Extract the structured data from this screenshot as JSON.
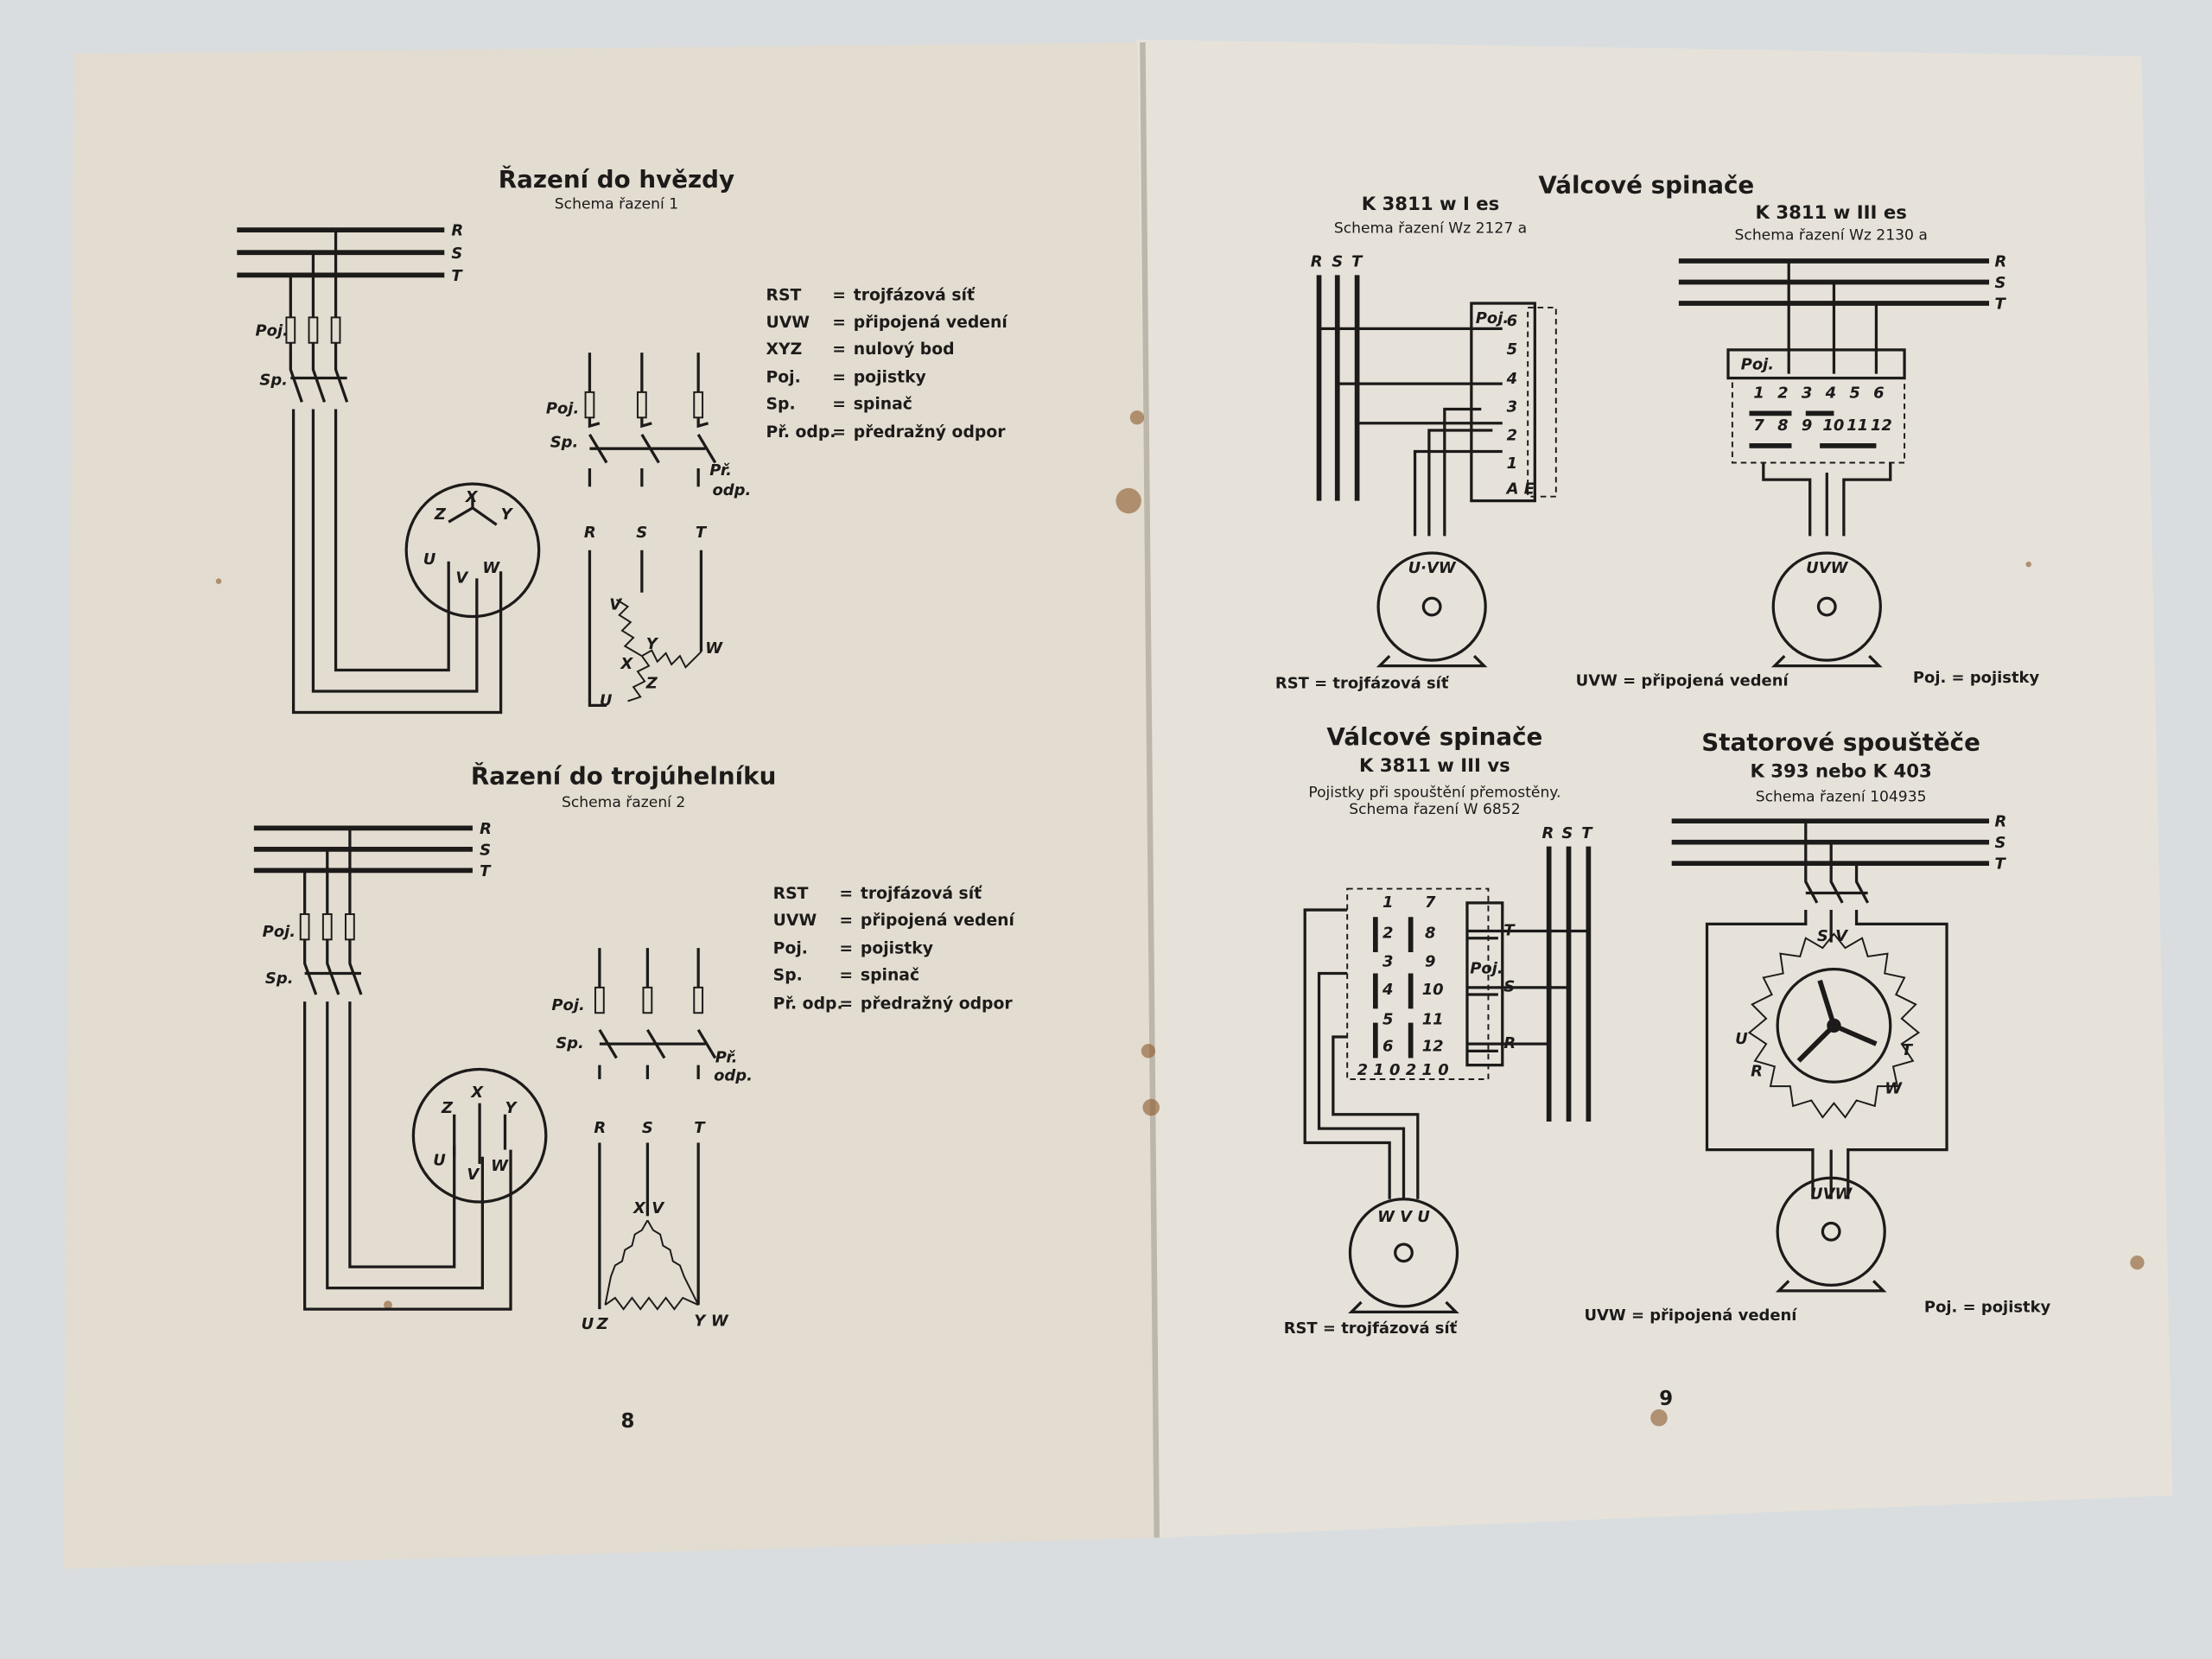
{
  "left_page": {
    "star": {
      "title": "Řazení do hvězdy",
      "subtitle": "Schema řazení 1",
      "bus_labels": [
        "R",
        "S",
        "T"
      ],
      "poj": "Poj.",
      "sp": "Sp.",
      "motor_labels": [
        "Z",
        "X",
        "Y",
        "U",
        "V",
        "W"
      ],
      "detail_labels": [
        "Poj.",
        "Sp.",
        "Př.",
        "odp.",
        "R",
        "S",
        "T",
        "V",
        "Y",
        "X",
        "Z",
        "U",
        "W"
      ],
      "legend": [
        {
          "abbr": "RST",
          "eq": "=",
          "meaning": "trojfázová síť"
        },
        {
          "abbr": "UVW",
          "eq": "=",
          "meaning": "připojená vedení"
        },
        {
          "abbr": "XYZ",
          "eq": "=",
          "meaning": "nulový bod"
        },
        {
          "abbr": "Poj.",
          "eq": "=",
          "meaning": "pojistky"
        },
        {
          "abbr": "Sp.",
          "eq": "=",
          "meaning": "spinač"
        },
        {
          "abbr": "Př. odp.",
          "eq": "=",
          "meaning": "předražný odpor"
        }
      ]
    },
    "delta": {
      "title": "Řazení do trojúhelníku",
      "subtitle": "Schema řazení 2",
      "bus_labels": [
        "R",
        "S",
        "T"
      ],
      "poj": "Poj.",
      "sp": "Sp.",
      "motor_labels": [
        "Z",
        "X",
        "Y",
        "U",
        "V",
        "W"
      ],
      "detail_labels": [
        "Poj.",
        "Sp.",
        "Př.",
        "odp.",
        "R",
        "S",
        "T",
        "X",
        "V",
        "U",
        "Z",
        "Y",
        "W"
      ],
      "legend": [
        {
          "abbr": "RST",
          "eq": "=",
          "meaning": "trojfázová síť"
        },
        {
          "abbr": "UVW",
          "eq": "=",
          "meaning": "připojená vedení"
        },
        {
          "abbr": "Poj.",
          "eq": "=",
          "meaning": "pojistky"
        },
        {
          "abbr": "Sp.",
          "eq": "=",
          "meaning": "spinač"
        },
        {
          "abbr": "Př. odp.",
          "eq": "=",
          "meaning": "předražný odpor"
        }
      ]
    },
    "page_number": "8"
  },
  "right_page": {
    "main_title": "Válcové spinače",
    "wz2127": {
      "model": "K 3811 w I es",
      "subtitle": "Schema řazení Wz 2127 a",
      "bus_labels": [
        "R",
        "S",
        "T"
      ],
      "box_label": "Poj.",
      "terminals": [
        "6",
        "5",
        "4",
        "3",
        "2",
        "1"
      ],
      "ae": "A E",
      "motor": "U·VW"
    },
    "wz2130": {
      "model": "K 3811 w III es",
      "subtitle": "Schema řazení Wz 2130 a",
      "bus_labels": [
        "R",
        "S",
        "T"
      ],
      "box_label": "Poj.",
      "terminals_top": [
        "1",
        "2",
        "3",
        "4",
        "5",
        "6"
      ],
      "terminals_bottom": [
        "7",
        "8",
        "9",
        "10",
        "11",
        "12"
      ],
      "motor": "UVW"
    },
    "footer_top": [
      "RST = trojfázová síť",
      "UVW = připojená vedení",
      "Poj. = pojistky"
    ],
    "w6852": {
      "title": "Válcové spinače",
      "model": "K 3811 w III vs",
      "note": "Pojistky při spouštění přemostěny.",
      "subtitle": "Schema řazení W 6852",
      "bus_labels": [
        "R",
        "S",
        "T"
      ],
      "line_labels": [
        "T",
        "S",
        "R"
      ],
      "box_label": "Poj.",
      "terminals_left": [
        "1",
        "2",
        "3",
        "4",
        "5",
        "6"
      ],
      "terminals_right": [
        "7",
        "8",
        "9",
        "10",
        "11",
        "12"
      ],
      "positions": "2 1 0 2 1 0",
      "motor": "W V U"
    },
    "stator": {
      "title": "Statorové spouštěče",
      "model": "K 393 nebo K 403",
      "subtitle": "Schema řazení 104935",
      "bus_labels": [
        "R",
        "S",
        "T"
      ],
      "labels": [
        "S",
        "V",
        "U",
        "T",
        "R",
        "W"
      ],
      "motor": "UVW"
    },
    "footer_bottom": [
      "RST = trojfázová síť",
      "UVW = připojená vedení",
      "Poj. = pojistky"
    ],
    "page_number": "9"
  }
}
